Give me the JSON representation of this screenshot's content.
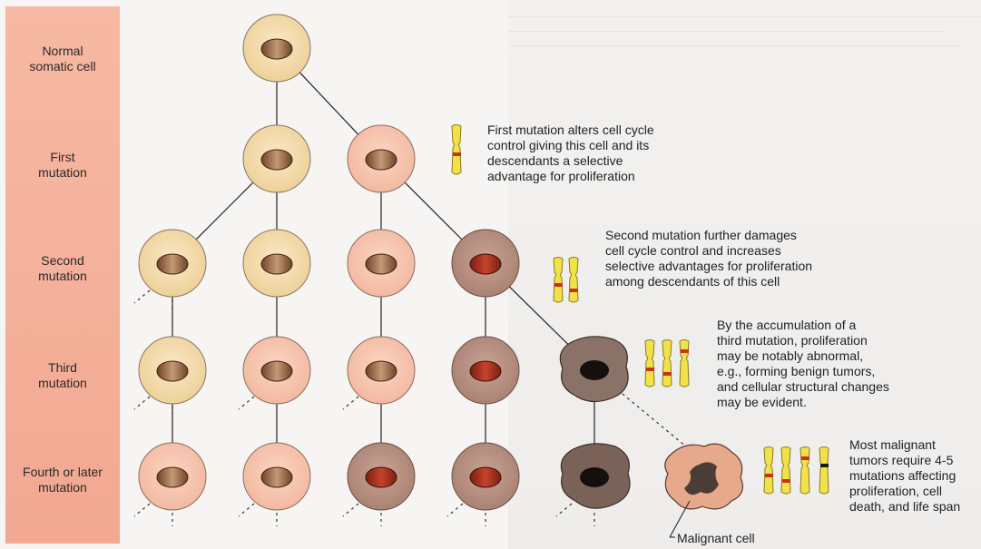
{
  "row_labels": [
    "Normal\nsomatic cell",
    "First\nmutation",
    "Second\nmutation",
    "Third\nmutation",
    "Fourth or later\nmutation"
  ],
  "notes": {
    "first": "First mutation alters cell cycle\ncontrol giving this cell and its\ndescendants a selective\nadvantage for proliferation",
    "second": "Second mutation further damages\ncell cycle control and increases\nselective advantages for proliferation\namong descendants of this cell",
    "third": "By the accumulation of a\nthird mutation, proliferation\nmay be notably abnormal,\ne.g., forming benign tumors,\nand cellular structural changes\nmay be evident.",
    "fourth": "Most malignant\ntumors require 4-5\nmutations affecting\nproliferation, cell\ndeath, and life span"
  },
  "malignant_label": "Malignant cell",
  "colors": {
    "sidebar": "#f4b09a",
    "cell_normal": "#f3d9a6",
    "cell_first": "#f6c3ac",
    "cell_second": "#b79182",
    "nucleus_normal": "#8a5a3c",
    "nucleus_mutant": "#a8321e",
    "chromosome": "#f2e24a",
    "mutation_band": "#c8311e"
  },
  "icons": [
    "chromosome-icon",
    "malignant-cell-icon",
    "abnormal-cell-icon"
  ]
}
